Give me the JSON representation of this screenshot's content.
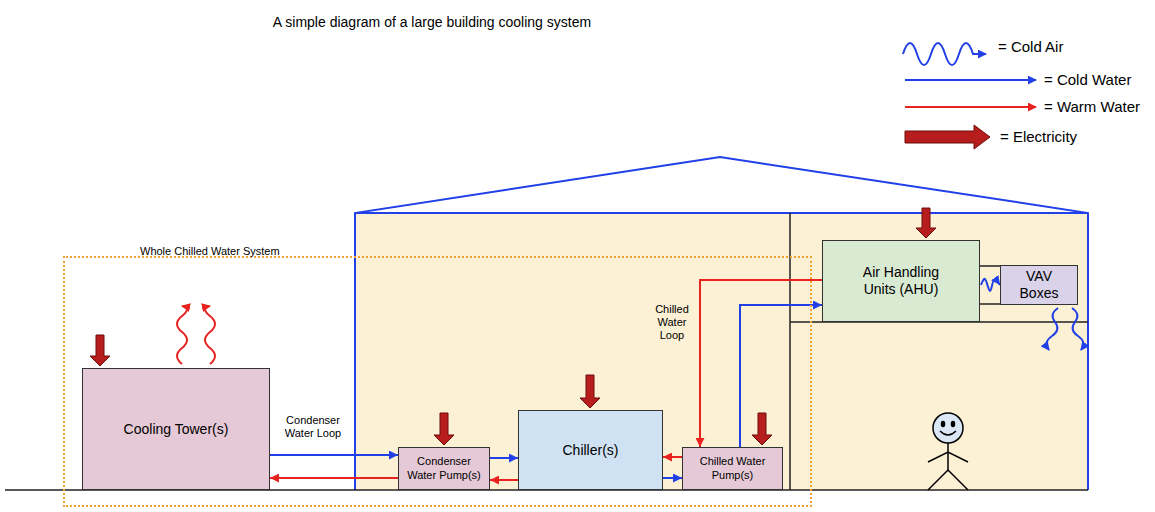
{
  "diagram": {
    "title": "A simple diagram of a large building cooling system",
    "nodes": [
      {
        "text": [
          "Whole Chilled Water System"
        ]
      },
      {
        "text": [
          "Cooling Tower(s)"
        ],
        "in": 0
      },
      {
        "text": [
          "Condenser Water Pump(s)"
        ],
        "in": 0
      },
      {
        "text": [
          "Chiller(s)"
        ],
        "in": 0
      },
      {
        "text": [
          "Chilled Water Pump(s)"
        ],
        "in": 0
      },
      {
        "text": [
          "Air Handling Units (AHU)"
        ]
      },
      {
        "text": [
          "VAV Boxes"
        ]
      }
    ],
    "edges": [
      {
        "from": 1,
        "to": 2,
        "arrow": "to",
        "label": "Condenser Water Loop"
      },
      {
        "from": 2,
        "to": 1,
        "arrow": "to"
      },
      {
        "from": 2,
        "to": 3,
        "arrow": "to"
      },
      {
        "from": 3,
        "to": 2,
        "arrow": "to"
      },
      {
        "from": 4,
        "to": 3,
        "arrow": "to"
      },
      {
        "from": 3,
        "to": 4,
        "arrow": "to"
      },
      {
        "from": 4,
        "to": 5,
        "arrow": "to"
      },
      {
        "from": 5,
        "to": 4,
        "arrow": "to",
        "label": "Chilled Water Loop"
      },
      {
        "from": 5,
        "to": 6,
        "arrow": "to"
      }
    ],
    "legend": [
      {
        "text": "= Cold Air"
      },
      {
        "text": "= Cold Water"
      },
      {
        "text": "= Warm Water"
      },
      {
        "text": "= Electricity"
      }
    ]
  }
}
